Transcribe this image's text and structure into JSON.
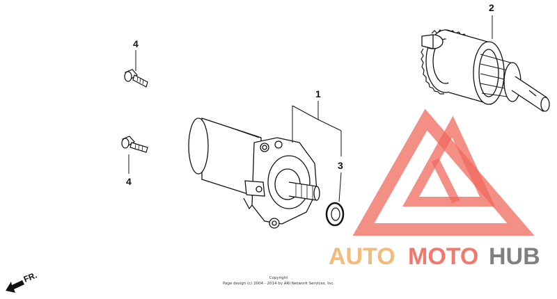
{
  "callouts": {
    "bolt_upper": "4",
    "bolt_lower": "4",
    "clutch": "2",
    "motor": "1",
    "oring": "3"
  },
  "orientation": {
    "label": "FR."
  },
  "footer": {
    "copyright_title": "Copyright",
    "copyright_line": "Page design (c) 2004 - 2014 by ARI Network Services, Inc."
  },
  "watermark": {
    "part1": "AUTO",
    "part2": "MOTO",
    "part3": "HUB"
  },
  "colors": {
    "watermark_red": "#f06a5e",
    "watermark_orange": "#f2b36a",
    "watermark_gray": "#7a7a7a",
    "line": "#111111"
  }
}
